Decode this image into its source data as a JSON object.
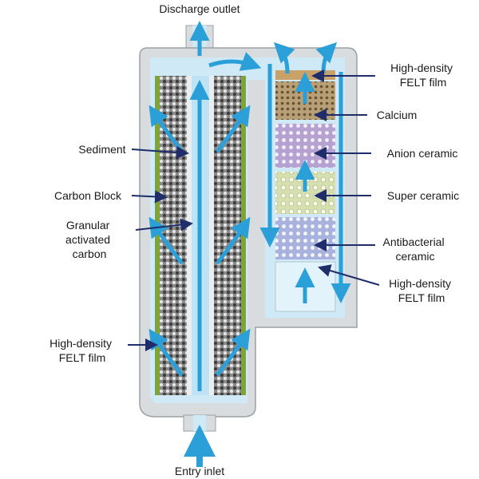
{
  "title_top": "Discharge outlet",
  "title_bottom": "Entry inlet",
  "left_labels": {
    "sediment": "Sediment",
    "carbon_block": "Carbon Block",
    "granular": [
      "Granular",
      "activated",
      "carbon"
    ],
    "felt": [
      "High-density",
      "FELT film"
    ]
  },
  "right_labels": {
    "felt_top": [
      "High-density",
      "FELT film"
    ],
    "calcium": "Calcium",
    "anion": "Anion ceramic",
    "super": "Super ceramic",
    "antibacterial": [
      "Antibacterial",
      "ceramic"
    ],
    "felt_bottom": [
      "High-density",
      "FELT film"
    ]
  },
  "colors": {
    "housing": "#d9dcde",
    "water": "#cfe9f6",
    "flow_arrow": "#2a9fd8",
    "leader_line": "#1f2d6b",
    "carbon": "#6d6d6d",
    "felt": "#7ea33a",
    "calcium": "#b79f78",
    "anion": "#b6a2d0",
    "super": "#d6dfb0",
    "antibacterial": "#a9b2dc"
  }
}
